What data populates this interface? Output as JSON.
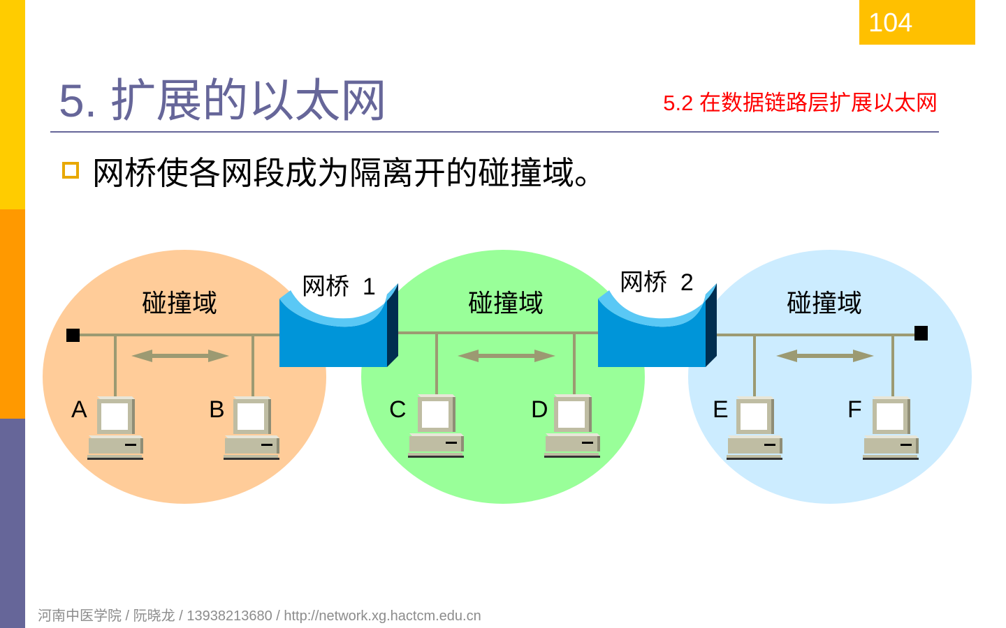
{
  "page_number": "104",
  "title": "5. 扩展的以太网",
  "section": "5.2 在数据链路层扩展以太网",
  "bullet": "网桥使各网段成为隔离开的碰撞域。",
  "diagram": {
    "domains": [
      {
        "label": "碰撞域",
        "color": "#FFCC99",
        "stations": [
          "A",
          "B"
        ]
      },
      {
        "label": "碰撞域",
        "color": "#99FF99",
        "stations": [
          "C",
          "D"
        ]
      },
      {
        "label": "碰撞域",
        "color": "#CCECFF",
        "stations": [
          "E",
          "F"
        ]
      }
    ],
    "bridges": [
      "网桥  1",
      "网桥  2"
    ]
  },
  "footer": "河南中医学院  /  阮晓龙  / 13938213680 / http://network.xg.hactcm.edu.cn",
  "colors": {
    "sidebar": [
      "#FFCC00",
      "#FF9900",
      "#666699"
    ],
    "page_box": "#FFC000",
    "title": "#666699",
    "section": "#FF0000",
    "bridge": "#0095D9",
    "bus": "#9C9A72"
  }
}
